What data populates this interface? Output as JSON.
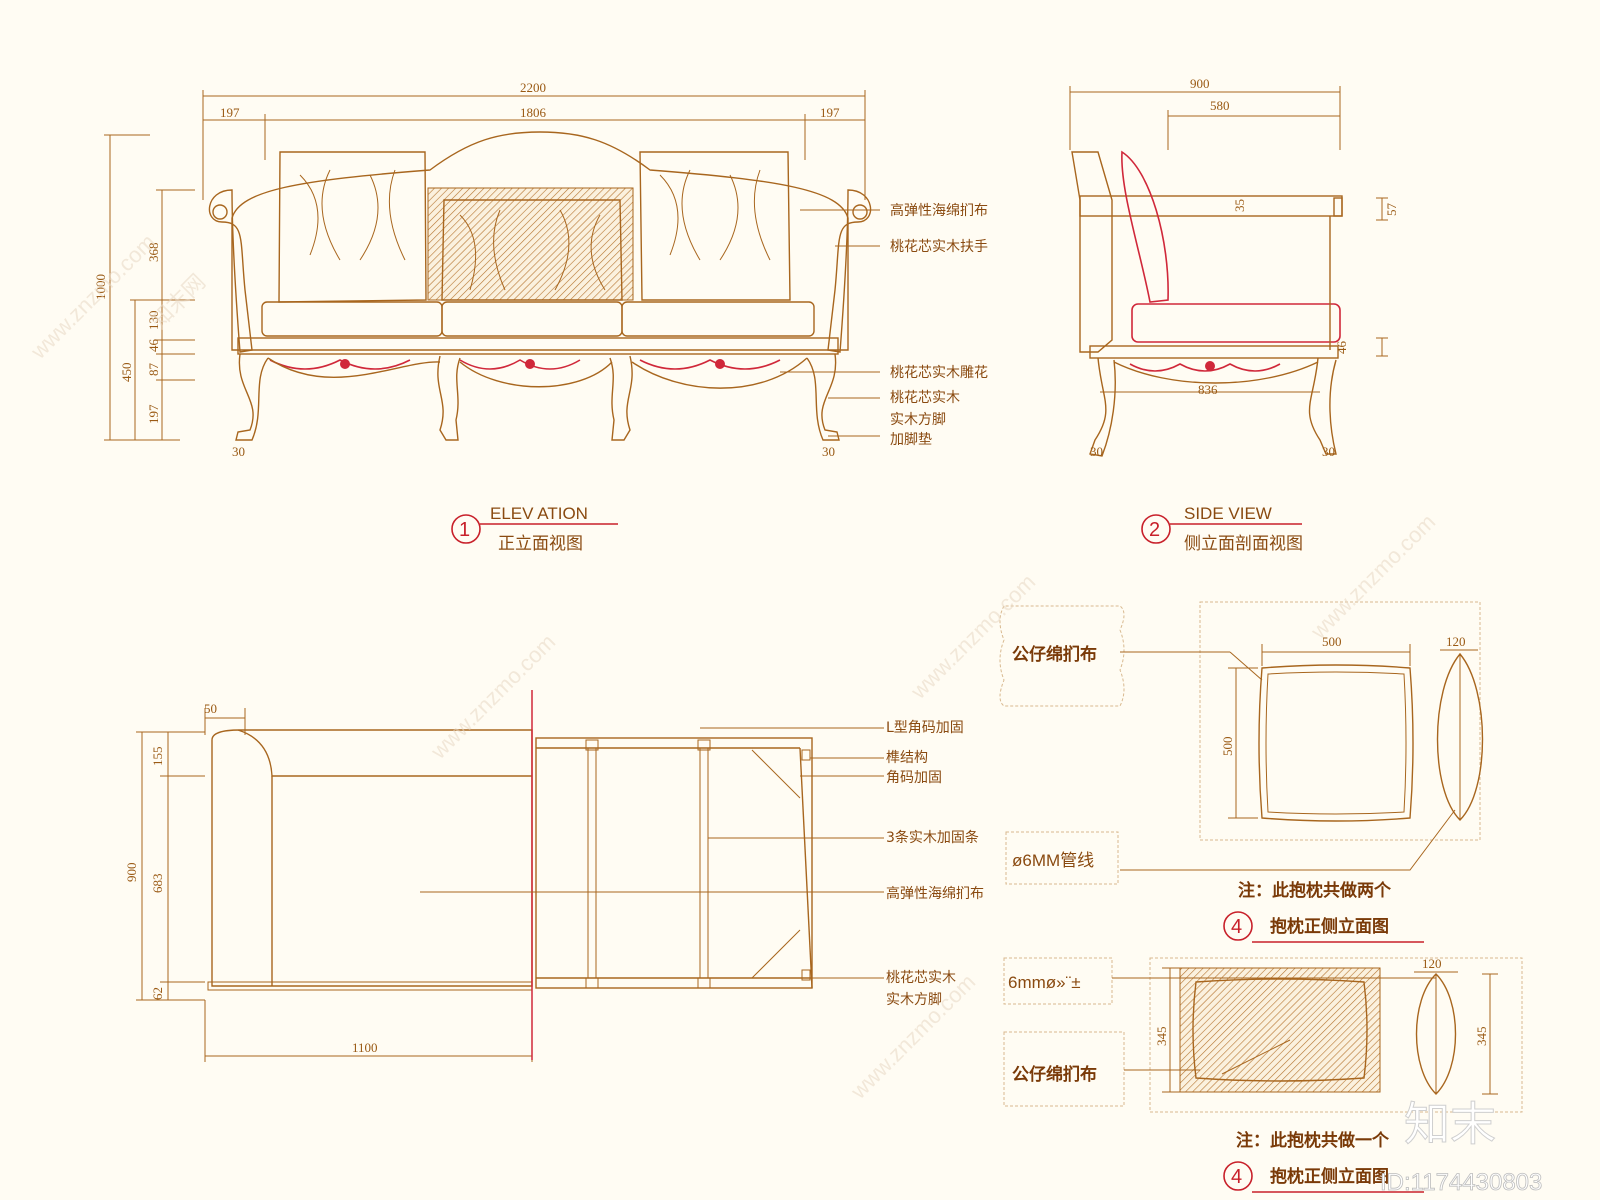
{
  "elevation": {
    "dims": {
      "overall": "2200",
      "side_left": "197",
      "middle": "1806",
      "side_right": "197",
      "height_total": "1000",
      "h_368": "368",
      "h_130": "130",
      "h_46": "46",
      "h_87": "87",
      "h_450": "450",
      "h_197": "197",
      "foot_left": "30",
      "foot_right": "30"
    },
    "callouts": [
      "高弹性海绵扪布",
      "桃花芯实木扶手",
      "桃花芯实木雕花",
      "桃花芯实木",
      "实木方脚",
      "加脚垫"
    ],
    "title_en": "ELEV ATION",
    "title_cn": "正立面视图",
    "number": "1"
  },
  "side": {
    "dims": {
      "overall": "900",
      "inner": "580",
      "d35": "35",
      "d57": "57",
      "d46": "46",
      "base": "836",
      "foot_left": "30",
      "foot_right": "30"
    },
    "title_en": "SIDE VIEW",
    "title_cn": "侧立面剖面视图",
    "number": "2"
  },
  "plan": {
    "dims": {
      "d50": "50",
      "d900": "900",
      "d155": "155",
      "d683": "683",
      "d62": "62",
      "d1100": "1100"
    },
    "callouts": [
      "L型角码加固",
      "榫结构",
      "角码加固",
      "3条实木加固条",
      "高弹性海绵扪布",
      "桃花芯实木",
      "实木方脚"
    ]
  },
  "pillow_square": {
    "dims": {
      "width": "500",
      "depth": "120",
      "height": "500"
    },
    "fabric": "公仔绵扪布",
    "pipe": "ø6MM管线",
    "note": "注：此抱枕共做两个",
    "title": "抱枕正侧立面图",
    "number": "4"
  },
  "pillow_rect": {
    "dims": {
      "depth": "120",
      "height_left": "345",
      "height_right": "345"
    },
    "pipe": "6mmø»¨±",
    "fabric": "公仔绵扪布",
    "note": "注：此抱枕共做一个",
    "title": "抱枕正侧立面图",
    "number": "4"
  },
  "watermark": {
    "logo": "知末",
    "id": "ID:1174430803",
    "site": "www.znzmo.com",
    "cn": "知末网"
  }
}
